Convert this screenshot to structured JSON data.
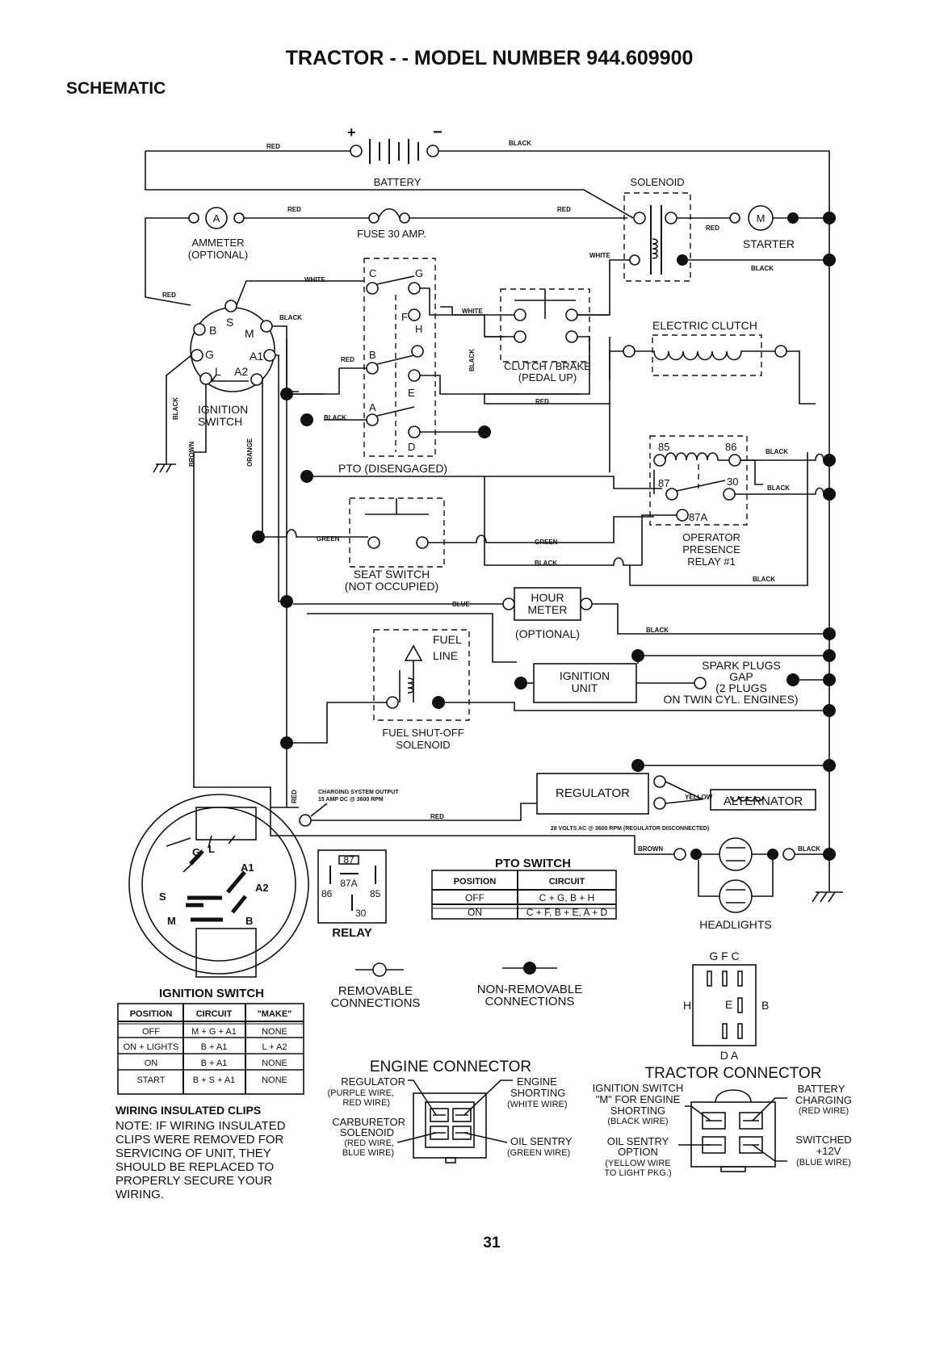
{
  "title": "TRACTOR - - MODEL NUMBER 944.609900",
  "subtitle": "SCHEMATIC",
  "page_number": "31",
  "components": {
    "battery": "BATTERY",
    "solenoid": "SOLENOID",
    "ammeter": "AMMETER",
    "ammeter_opt": "(OPTIONAL)",
    "ammeter_symbol": "A",
    "fuse": "FUSE 30 AMP.",
    "starter": "STARTER",
    "starter_symbol": "M",
    "electric_clutch": "ELECTRIC CLUTCH",
    "clutch_brake_1": "CLUTCH / BRAKE",
    "clutch_brake_2": "(PEDAL UP)",
    "ignition_switch_1": "IGNITION",
    "ignition_switch_2": "SWITCH",
    "pto": "PTO (DISENGAGED)",
    "seat_switch_1": "SEAT SWITCH",
    "seat_switch_2": "(NOT OCCUPIED)",
    "relay_1": "OPERATOR",
    "relay_2": "PRESENCE",
    "relay_3": "RELAY #1",
    "hour_meter_1": "HOUR",
    "hour_meter_2": "METER",
    "hour_meter_opt": "(OPTIONAL)",
    "fuel_1": "FUEL",
    "fuel_2": "LINE",
    "fuel_solenoid_1": "FUEL SHUT-OFF",
    "fuel_solenoid_2": "SOLENOID",
    "ignition_unit_1": "IGNITION",
    "ignition_unit_2": "UNIT",
    "spark_1": "SPARK PLUGS",
    "spark_2": "GAP",
    "spark_3": "(2 PLUGS",
    "spark_4": "ON TWIN CYL. ENGINES)",
    "regulator": "REGULATOR",
    "alternator": "ALTERNATOR",
    "charging_1": "CHARGING SYSTEM OUTPUT",
    "charging_2": "15 AMP DC @ 3600 RPM",
    "volts_ac": "28 VOLTS AC @ 3600 RPM (REGULATOR DISCONNECTED)",
    "headlights": "HEADLIGHTS",
    "relay_label": "RELAY",
    "removable_1": "REMOVABLE",
    "removable_2": "CONNECTIONS",
    "nonremovable_1": "NON-REMOVABLE",
    "nonremovable_2": "CONNECTIONS"
  },
  "terminals": {
    "ign_b": "B",
    "ign_s": "S",
    "ign_m": "M",
    "ign_g": "G",
    "ign_a1": "A1",
    "ign_l": "L",
    "ign_a2": "A2",
    "pto_c": "C",
    "pto_g": "G",
    "pto_f": "F",
    "pto_h": "H",
    "pto_b": "B",
    "pto_e": "E",
    "pto_a": "A",
    "pto_d": "D",
    "r85": "85",
    "r86": "86",
    "r87": "87",
    "r30": "30",
    "r87a": "87A"
  },
  "wires": {
    "red": "RED",
    "black": "BLACK",
    "white": "WHITE",
    "green": "GREEN",
    "blue": "BLUE",
    "yellow": "YELLOW",
    "brown": "BROWN",
    "orange": "ORANGE"
  },
  "pto_table": {
    "title": "PTO SWITCH",
    "headers": [
      "POSITION",
      "CIRCUIT"
    ],
    "rows": [
      [
        "OFF",
        "C + G, B + H"
      ],
      [
        "ON",
        "C + F, B + E, A + D"
      ]
    ]
  },
  "ignition_table": {
    "title": "IGNITION SWITCH",
    "headers": [
      "POSITION",
      "CIRCUIT",
      "\"MAKE\""
    ],
    "rows": [
      [
        "OFF",
        "M + G + A1",
        "NONE"
      ],
      [
        "ON + LIGHTS",
        "B + A1",
        "L + A2"
      ],
      [
        "ON",
        "B + A1",
        "NONE"
      ],
      [
        "START",
        "B + S + A1",
        "NONE"
      ]
    ]
  },
  "note": {
    "heading": "WIRING INSULATED CLIPS",
    "lines": [
      "NOTE: IF WIRING INSULATED",
      "CLIPS WERE REMOVED FOR",
      "SERVICING OF UNIT, THEY",
      "SHOULD BE REPLACED TO",
      "PROPERLY SECURE YOUR",
      "WIRING."
    ]
  },
  "engine_connector": {
    "title": "ENGINE CONNECTOR",
    "left": [
      "REGULATOR",
      "(PURPLE WIRE,",
      "RED WIRE)",
      "CARBURETOR",
      "SOLENOID",
      "(RED WIRE,",
      "BLUE WIRE)"
    ],
    "right": [
      "ENGINE",
      "SHORTING",
      "(WHITE WIRE)",
      "OIL SENTRY",
      "(GREEN WIRE)"
    ]
  },
  "tractor_connector": {
    "title": "TRACTOR CONNECTOR",
    "left": [
      "IGNITION SWITCH",
      "\"M\" FOR ENGINE",
      "SHORTING",
      "(BLACK WIRE)",
      "OIL SENTRY",
      "OPTION",
      "(YELLOW WIRE",
      "TO LIGHT PKG.)"
    ],
    "right": [
      "BATTERY",
      "CHARGING",
      "(RED WIRE)",
      "SWITCHED",
      "+12V",
      "(BLUE WIRE)"
    ]
  },
  "headlight_connector": {
    "top": "G F C",
    "left": "H",
    "mid": "E",
    "right": "B",
    "bottom": "D A"
  },
  "ignition_face": {
    "g": "G",
    "l": "L",
    "a1": "A1",
    "s": "S",
    "a2": "A2",
    "m": "M",
    "b": "B"
  },
  "relay_pins": {
    "p87": "87",
    "p87a": "87A",
    "p86": "86",
    "p85": "85",
    "p30": "30"
  }
}
